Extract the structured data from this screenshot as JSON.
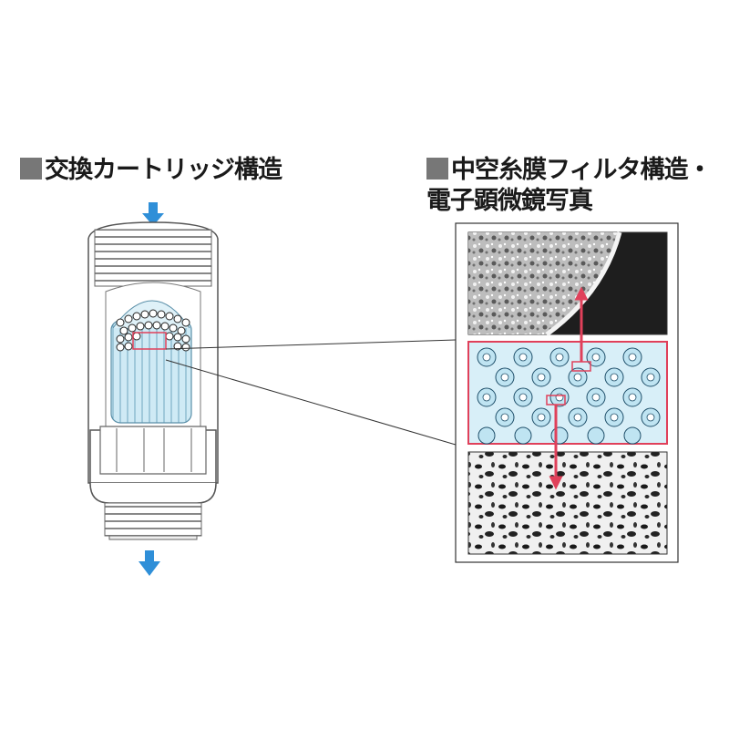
{
  "left_heading": "交換カートリッジ構造",
  "right_heading_line1": "中空糸膜フィルタ構造・",
  "right_heading_line2": "電子顕微鏡写真",
  "colors": {
    "flow_arrow": "#2f8fd8",
    "highlight": "#e0405a",
    "fiber_fill": "#bfe4f2",
    "panel_border": "#333333"
  },
  "icons": [
    "flow-in-arrow-icon",
    "flow-out-arrow-icon",
    "magnify-arrow-up-icon",
    "magnify-arrow-down-icon"
  ]
}
